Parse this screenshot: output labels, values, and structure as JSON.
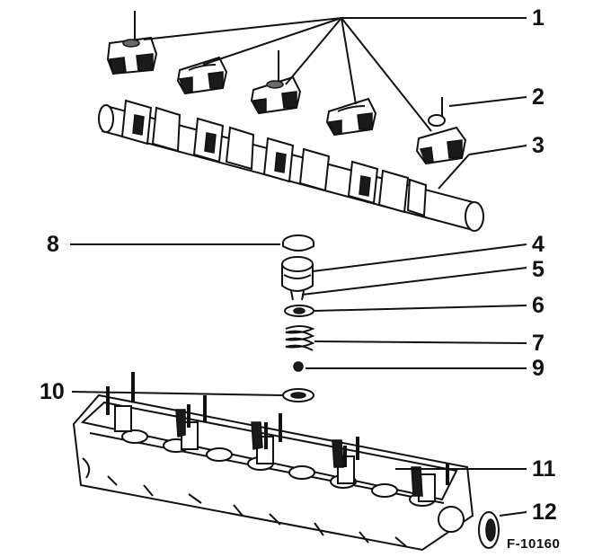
{
  "figure_code": "F-10160",
  "callouts": [
    {
      "id": "1",
      "label": "1"
    },
    {
      "id": "2",
      "label": "2"
    },
    {
      "id": "3",
      "label": "3"
    },
    {
      "id": "4",
      "label": "4"
    },
    {
      "id": "5",
      "label": "5"
    },
    {
      "id": "6",
      "label": "6"
    },
    {
      "id": "7",
      "label": "7"
    },
    {
      "id": "8",
      "label": "8"
    },
    {
      "id": "9",
      "label": "9"
    },
    {
      "id": "10",
      "label": "10"
    },
    {
      "id": "11",
      "label": "11"
    },
    {
      "id": "12",
      "label": "12"
    }
  ],
  "colors": {
    "ink": "#111111",
    "paper": "#ffffff"
  }
}
